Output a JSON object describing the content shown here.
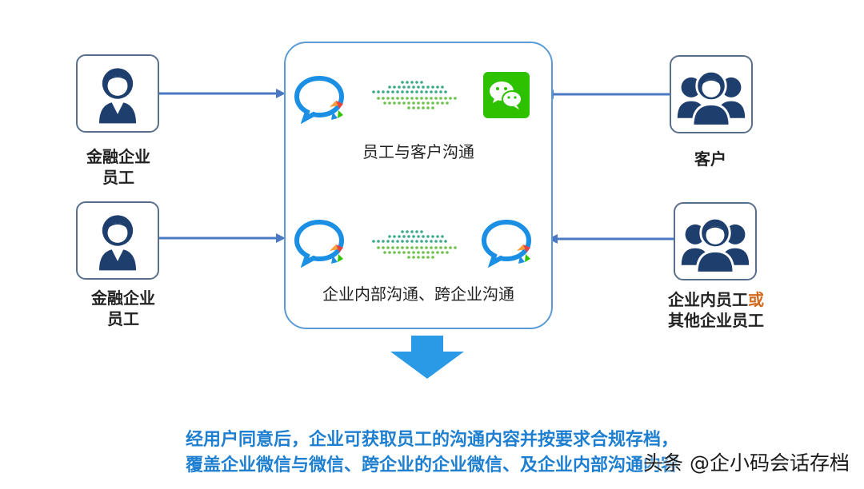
{
  "left": {
    "top_label_line1": "金融企业",
    "top_label_line2": "员工",
    "bottom_label_line1": "金融企业",
    "bottom_label_line2": "员工"
  },
  "right": {
    "top_label": "客户",
    "bottom_label_part1": "企业内员工",
    "bottom_label_accent": "或",
    "bottom_label_line2": "其他企业员工"
  },
  "center": {
    "top_caption": "员工与客户沟通",
    "bottom_caption": "企业内部沟通、跨企业沟通"
  },
  "footer": {
    "line1": "经用户同意后，企业可获取员工的沟通内容并按要求合规存档，",
    "line2": "覆盖企业微信与微信、跨企业的企业微信、及企业内部沟通内容"
  },
  "watermark": "头条 @企小码会话存档",
  "colors": {
    "arrow": "#4a78c2",
    "center_border": "#5b9bd5",
    "down_arrow": "#2a9ae6",
    "footer_text": "#1e7fd0",
    "accent": "#d2691e",
    "wechat_green": "#2dc100"
  }
}
